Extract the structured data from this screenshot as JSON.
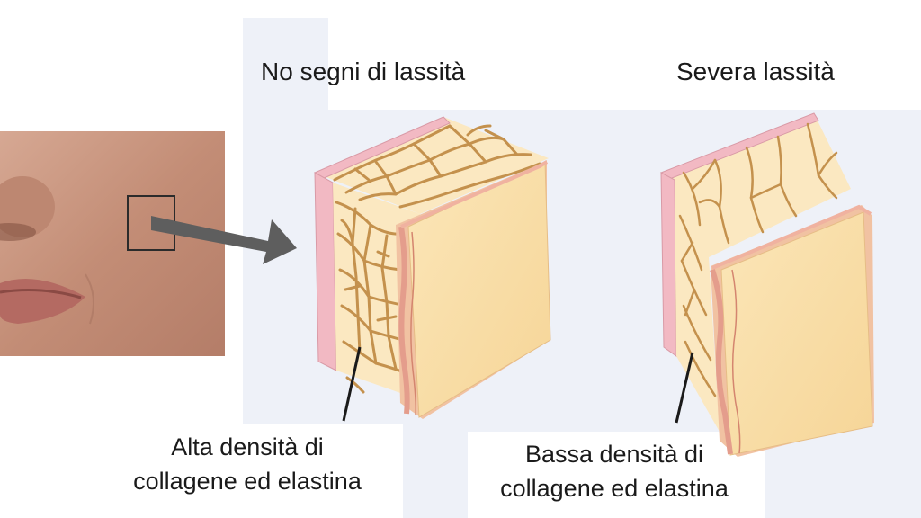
{
  "titles": {
    "left": "No segni di lassità",
    "right": "Severa lassità"
  },
  "captions": {
    "left": {
      "line1": "Alta densità di",
      "line2": "collagene ed elastina"
    },
    "right": {
      "line1": "Bassa densità di",
      "line2": "collagene ed elastina"
    }
  },
  "colors": {
    "panel_background": "#eef1f8",
    "epidermis": "#f2b9c3",
    "dermis": "#fbe8c1",
    "fiber": "#c4914d",
    "block_face": "#f9dfaa",
    "arrow": "#5e5e5e",
    "skin": "#c8967f"
  },
  "icons": {
    "photo": "cheek-skin-photo",
    "arrow": "pointer-arrow-icon"
  }
}
